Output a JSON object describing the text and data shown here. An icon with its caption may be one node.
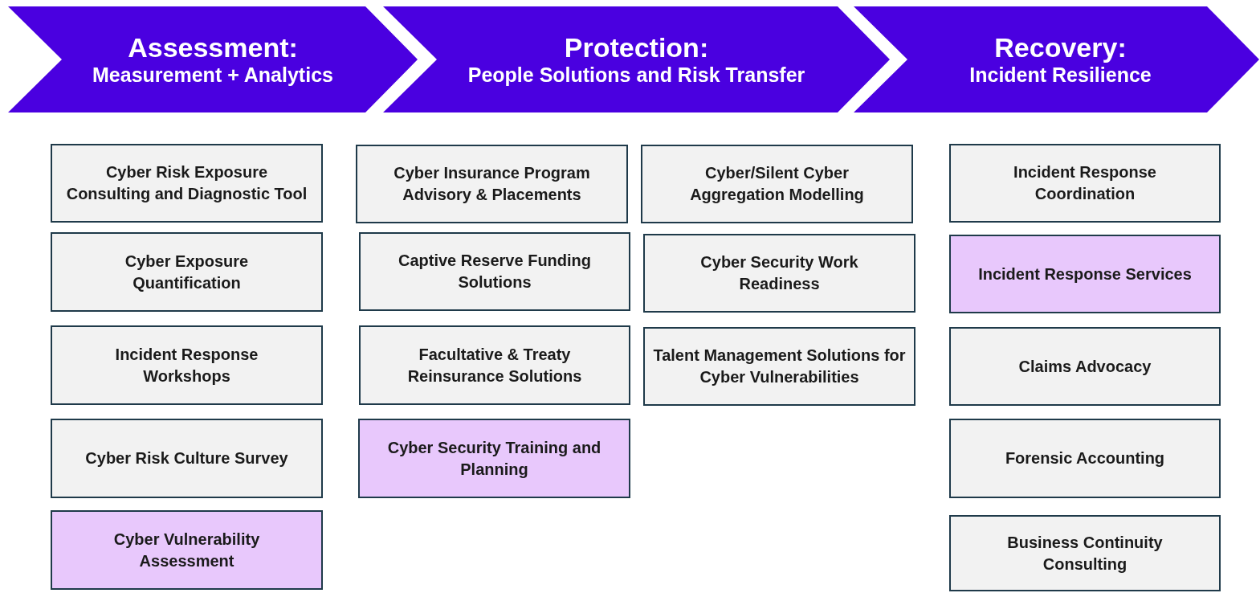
{
  "diagram": {
    "nodes": [
      {
        "text": [
          "Assessment:",
          "Measurement + Analytics"
        ]
      },
      {
        "text": [
          "Protection:",
          "People Solutions and Risk Transfer"
        ]
      },
      {
        "text": [
          "Recovery:",
          "Incident Resilience"
        ]
      },
      {
        "text": [
          "Cyber Risk Exposure Consulting and Diagnostic Tool"
        ]
      },
      {
        "text": [
          "Cyber Exposure Quantification"
        ]
      },
      {
        "text": [
          "Incident Response Workshops"
        ]
      },
      {
        "text": [
          "Cyber Risk Culture Survey"
        ]
      },
      {
        "text": [
          "Cyber Vulnerability Assessment"
        ]
      },
      {
        "text": [
          "Cyber Insurance Program Advisory & Placements"
        ]
      },
      {
        "text": [
          "Captive Reserve Funding Solutions"
        ]
      },
      {
        "text": [
          "Facultative & Treaty Reinsurance Solutions"
        ]
      },
      {
        "text": [
          "Cyber Security Training and Planning"
        ]
      },
      {
        "text": [
          "Cyber/Silent Cyber Aggregation Modelling"
        ]
      },
      {
        "text": [
          "Cyber Security Work Readiness"
        ]
      },
      {
        "text": [
          "Talent Management Solutions for Cyber Vulnerabilities"
        ]
      },
      {
        "text": [
          "Incident Response Coordination"
        ]
      },
      {
        "text": [
          "Incident Response Services"
        ]
      },
      {
        "text": [
          "Claims Advocacy"
        ]
      },
      {
        "text": [
          "Forensic Accounting"
        ]
      },
      {
        "text": [
          "Business Continuity Consulting"
        ]
      }
    ],
    "edges": []
  }
}
